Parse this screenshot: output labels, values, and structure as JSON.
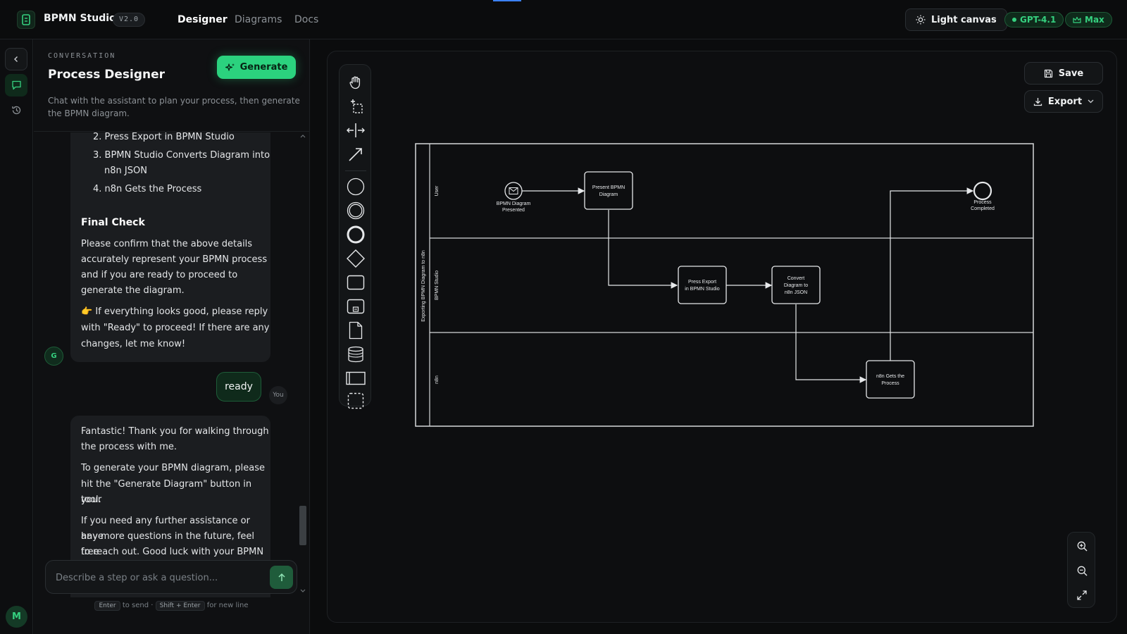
{
  "app": {
    "name": "BPMN Studio",
    "version": "V2.0"
  },
  "nav": {
    "designer": "Designer",
    "diagrams": "Diagrams",
    "docs": "Docs"
  },
  "top_actions": {
    "light_canvas": "Light canvas",
    "model": "GPT-4.1",
    "plan": "Max"
  },
  "colors": {
    "accent": "#2bd27e",
    "background": "#0b0c0d",
    "panel": "#0f1012"
  },
  "rail": {
    "avatar": "M"
  },
  "chat": {
    "eyebrow": "CONVERSATION",
    "title": "Process Designer",
    "description": "Chat with the assistant to plan your process, then generate the BPMN diagram.",
    "generate_label": "Generate",
    "message1": {
      "list": [
        "2. Press Export in BPMN Studio",
        "3. BPMN Studio Converts Diagram into",
        "n8n JSON",
        "4. n8n Gets the Process"
      ],
      "heading": "Final Check",
      "para1": [
        "Please confirm that the above details",
        "accurately represent your BPMN process",
        "and if you are ready to proceed to",
        "generate the diagram."
      ],
      "para2": [
        "👉 If everything looks good, please reply",
        "with \"Ready\" to proceed! If there are any",
        "changes, let me know!"
      ]
    },
    "assistant_avatar": "G",
    "user_message": "ready",
    "user_label": "You",
    "message2": {
      "para1": [
        "Fantastic! Thank you for walking through",
        "the process with me."
      ],
      "para2": [
        "To generate your BPMN diagram, please",
        "hit the \"Generate Diagram\" button in your",
        "tool."
      ],
      "para3": [
        "If you need any further assistance or have",
        "any more questions in the future, feel free",
        "to reach out. Good luck with your BPMN"
      ]
    },
    "input_placeholder": "Describe a step or ask a question...",
    "hint": {
      "enter": "Enter",
      "to_send": "to send ·",
      "shift_enter": "Shift + Enter",
      "for_new_line": "for new line"
    }
  },
  "canvas": {
    "save_label": "Save",
    "export_label": "Export"
  },
  "diagram": {
    "pool": "Exporting BPMN Diagram to n8n",
    "lanes": [
      "User",
      "BPMN Studio",
      "n8n"
    ],
    "start_event": [
      "BPMN Diagram",
      "Presented"
    ],
    "task_present": [
      "Present BPMN",
      "Diagram"
    ],
    "task_export": [
      "Press Export",
      "in BPMN Studio"
    ],
    "task_convert": [
      "Convert",
      "Diagram to",
      "n8n JSON"
    ],
    "task_n8n": [
      "n8n Gets the",
      "Process"
    ],
    "end_event": [
      "Process",
      "Completed"
    ]
  }
}
